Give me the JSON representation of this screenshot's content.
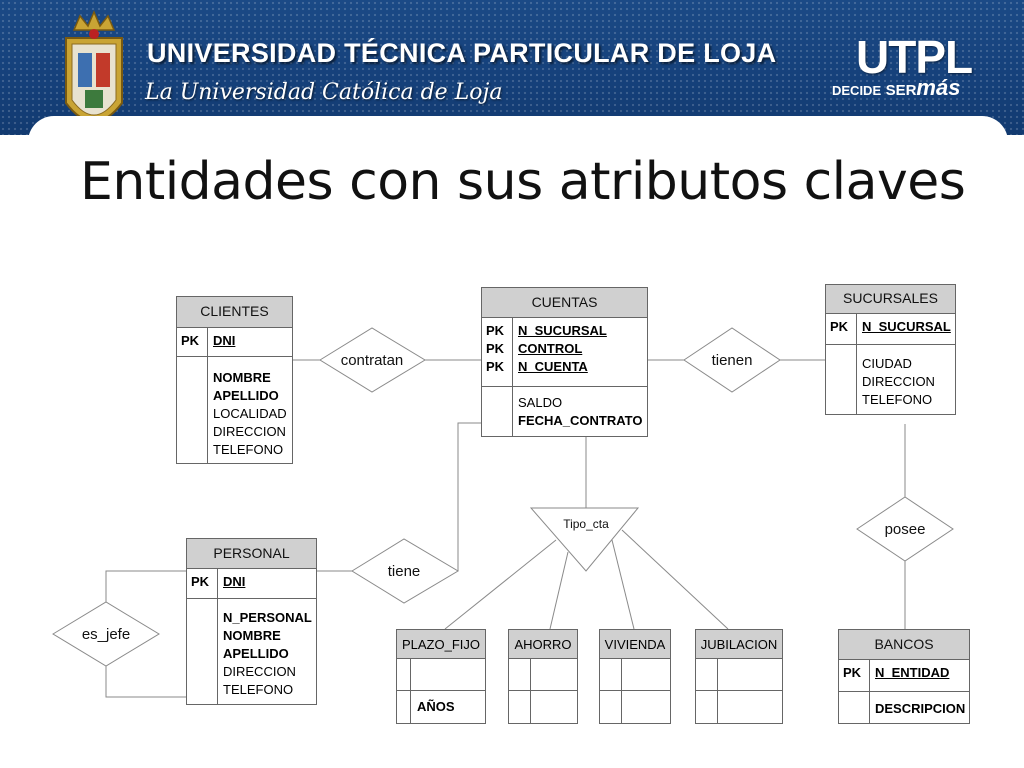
{
  "header": {
    "university_name": "UNIVERSIDAD TÉCNICA PARTICULAR DE LOJA",
    "subtitle": "La Universidad Católica de Loja",
    "brand": "UTPL",
    "slogan_1": "DECIDE",
    "slogan_2": "SER",
    "slogan_3": "más"
  },
  "slide": {
    "title": "Entidades con sus atributos claves"
  },
  "entities": {
    "clientes": {
      "name": "CLIENTES",
      "pk_labels": [
        "PK"
      ],
      "keys": [
        "DNI"
      ],
      "attributes": [
        "NOMBRE",
        "APELLIDO",
        "LOCALIDAD",
        "DIRECCION",
        "TELEFONO"
      ]
    },
    "cuentas": {
      "name": "CUENTAS",
      "pk_labels": [
        "PK",
        "PK",
        "PK"
      ],
      "keys": [
        "N_SUCURSAL",
        "CONTROL",
        "N_CUENTA"
      ],
      "attributes": [
        "SALDO",
        "FECHA_CONTRATO"
      ]
    },
    "sucursales": {
      "name": "SUCURSALES",
      "pk_labels": [
        "PK"
      ],
      "keys": [
        "N_SUCURSAL"
      ],
      "attributes": [
        "CIUDAD",
        "DIRECCION",
        "TELEFONO"
      ]
    },
    "personal": {
      "name": "PERSONAL",
      "pk_labels": [
        "PK"
      ],
      "keys": [
        "DNI"
      ],
      "attributes": [
        "N_PERSONAL",
        "NOMBRE",
        "APELLIDO",
        "DIRECCION",
        "TELEFONO"
      ]
    },
    "bancos": {
      "name": "BANCOS",
      "pk_labels": [
        "PK"
      ],
      "keys": [
        "N_ENTIDAD"
      ],
      "attributes": [
        "DESCRIPCION"
      ]
    }
  },
  "subtypes": {
    "plazo_fijo": {
      "name": "PLAZO_FIJO",
      "attribute": "AÑOS"
    },
    "ahorro": {
      "name": "AHORRO",
      "attribute": ""
    },
    "vivienda": {
      "name": "VIVIENDA",
      "attribute": ""
    },
    "jubilacion": {
      "name": "JUBILACION",
      "attribute": ""
    }
  },
  "relationships": {
    "contratan": "contratan",
    "tienen": "tienen",
    "tiene": "tiene",
    "posee": "posee",
    "es_jefe": "es_jefe",
    "tipo_cta": "Tipo_cta"
  },
  "colors": {
    "banner": "#15407a",
    "entity_header": "#d0d0d0",
    "line": "#8a8a8a"
  }
}
